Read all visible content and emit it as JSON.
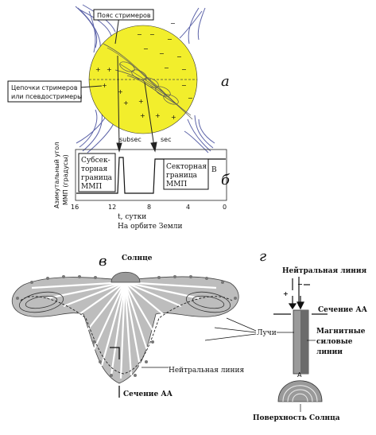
{
  "panel_a": {
    "letter": "а",
    "label_streamer_belt": "Пояс стримеров",
    "label_chains_line1": "Цепочки стримеров",
    "label_chains_line2": "или псевдостримеры",
    "plus_signs": [
      "+",
      "+",
      "+",
      "+",
      "+",
      "+",
      "+",
      "+",
      "+"
    ],
    "minus_signs": [
      "−",
      "−",
      "−",
      "−",
      "−",
      "−",
      "−",
      "−",
      "−",
      "−",
      "−"
    ]
  },
  "panel_b": {
    "letter": "б",
    "label_subsec": "subsec",
    "label_sec": "sec",
    "ylabel_line1": "Азимутальный угол",
    "ylabel_line2": "ММП (градусы)",
    "subsector_box": [
      "Субсек-",
      "торная",
      "граница",
      "ММП"
    ],
    "sector_box": [
      "Секторная",
      "граница",
      "ММП"
    ],
    "xticks": [
      "16",
      "12",
      "8",
      "4",
      "0"
    ],
    "xlabel_line1": "t, сутки",
    "xlabel_line2": "На орбите Земли",
    "letter_B": "B"
  },
  "panel_v": {
    "letter": "в",
    "title": "Солнце",
    "rays_label": "Лучи",
    "neutral_line_label": "Нейтральная линия",
    "section_label": "Сечение АА"
  },
  "panel_g": {
    "letter": "г",
    "neutral_line_label": "Нейтральная линия",
    "section_label": "Сечение АА",
    "field_lines_line1": "Магнитные",
    "field_lines_line2": "силовые",
    "field_lines_line3": "линии",
    "surface_label": "Поверхность Солнца",
    "plus": "+",
    "minus": "−",
    "letter_A": "A"
  },
  "colors": {
    "sun_yellow": "#f2ee2c",
    "streamer_blue": "#5c63a8",
    "ray_gray": "#bdbdbd",
    "dark_gray": "#6b6b6b"
  }
}
